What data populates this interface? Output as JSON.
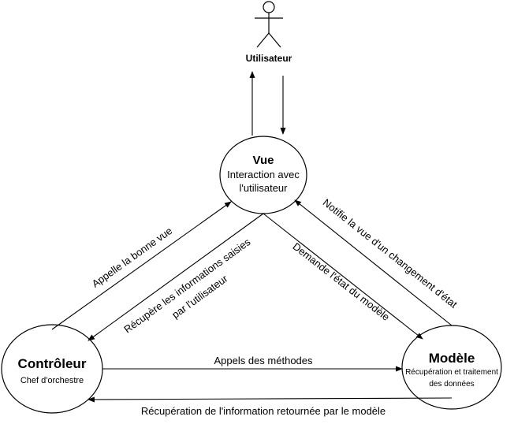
{
  "actor": {
    "label": "Utilisateur",
    "icon": "person-stick-figure-icon"
  },
  "nodes": {
    "vue": {
      "title": "Vue",
      "line1": "Interaction avec",
      "line2": "l'utilisateur"
    },
    "controleur": {
      "title": "Contrôleur",
      "subtitle": "Chef d'orchestre"
    },
    "modele": {
      "title": "Modèle",
      "line1": "Récupération et traitement",
      "line2": "des données"
    }
  },
  "edges": {
    "appelle_vue": "Appelle la bonne vue",
    "recupere_line1": "Récupère les informations saisies",
    "recupere_line2": "par l'utilisateur",
    "demande_etat": "Demande l'état du modèle",
    "notifie": "Notifie la vue d'un changement d'état",
    "appels_methodes": "Appels des méthodes",
    "recuperation_info": "Récupération de l'information retournée par le modèle"
  },
  "colors": {
    "stroke": "#000000",
    "fill": "#ffffff",
    "text": "#000000"
  }
}
